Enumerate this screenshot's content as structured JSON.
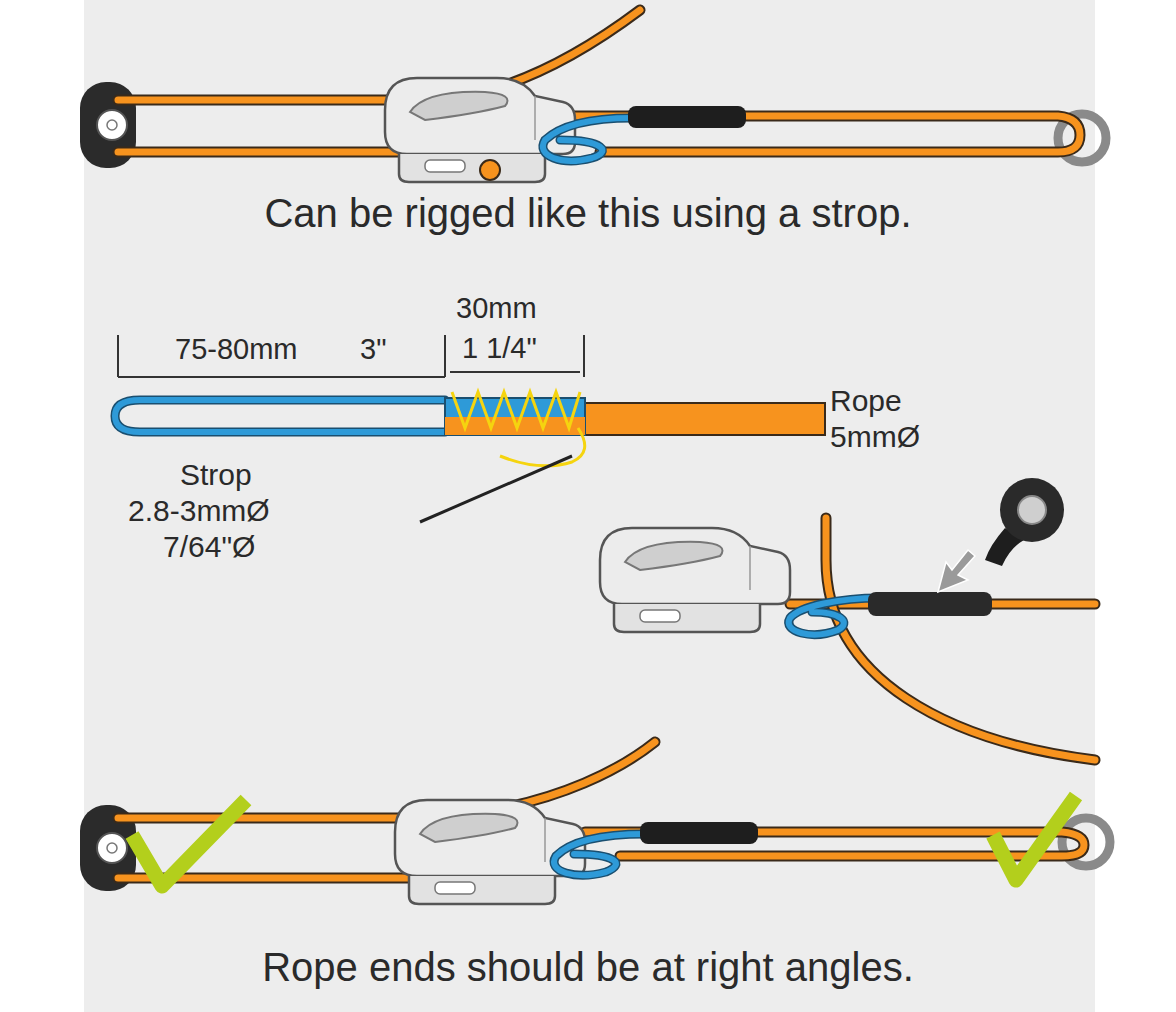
{
  "diagram": {
    "labels": [
      "Can be rigged like this using a strop.",
      "75-80mm",
      "3\"",
      "30mm",
      "1 1/4\"",
      "Rope",
      "5mmØ",
      "Strop",
      "2.8-3mmØ",
      "7/64\"Ø",
      "Rope ends should be at right angles."
    ]
  }
}
